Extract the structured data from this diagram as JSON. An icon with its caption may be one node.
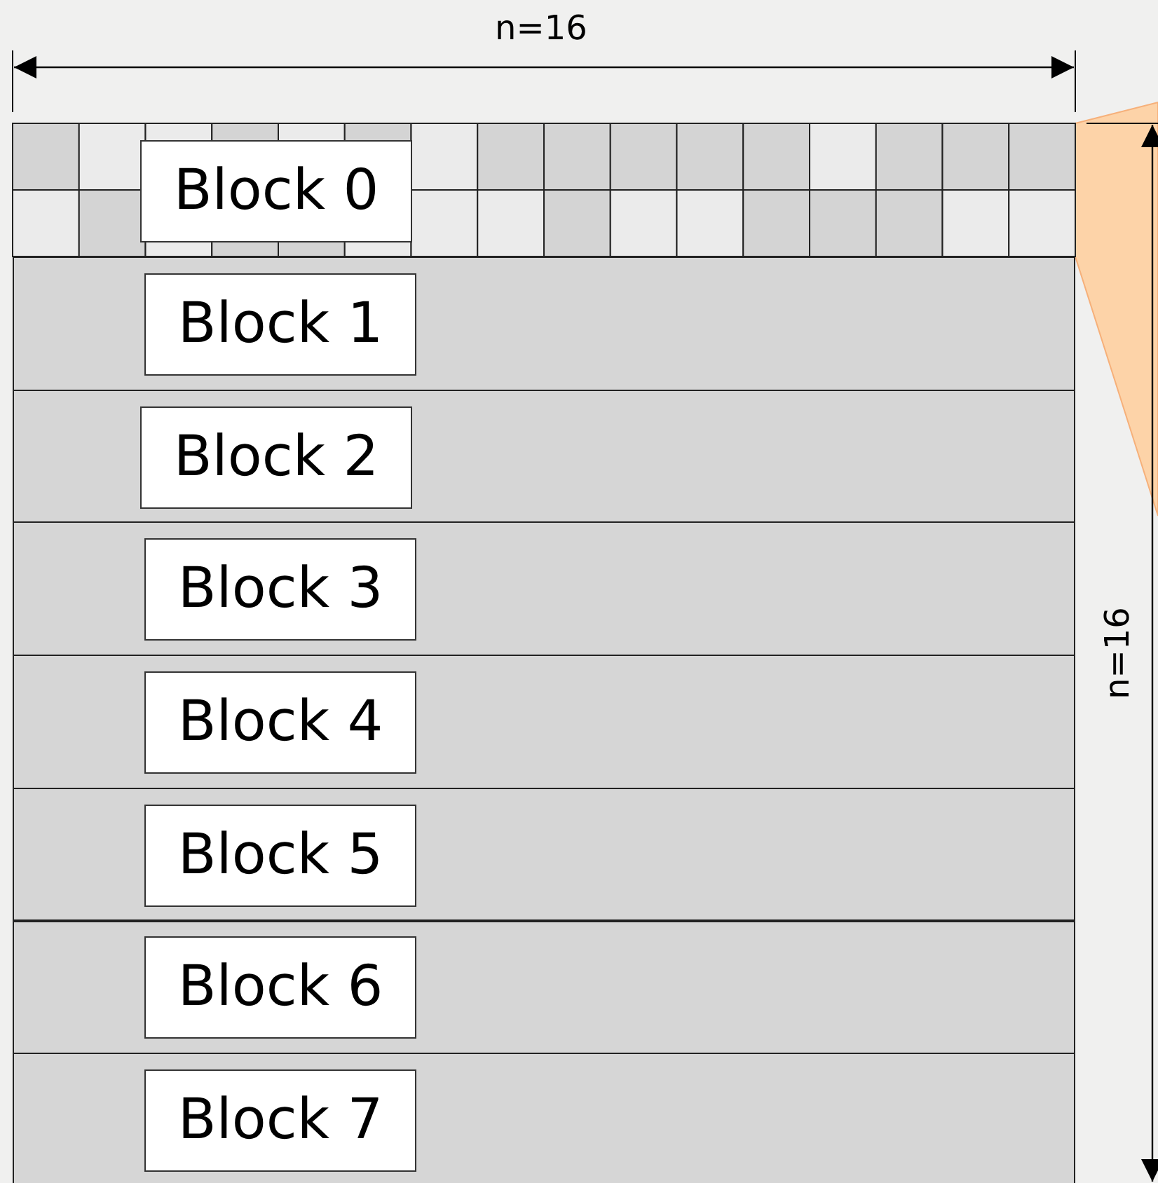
{
  "diagram": {
    "nodes": [
      {
        "text": [
          "Block 0"
        ]
      },
      {
        "text": [
          "Block 1"
        ]
      },
      {
        "text": [
          "Block 2"
        ]
      },
      {
        "text": [
          "Block 3"
        ]
      },
      {
        "text": [
          "Block 4"
        ]
      },
      {
        "text": [
          "Block 5"
        ]
      },
      {
        "text": [
          "Block 6"
        ]
      },
      {
        "text": [
          "Block 7"
        ]
      },
      {
        "text": [],
        "shape": "wedge"
      }
    ],
    "edges": [],
    "labels": [
      "n=16",
      "n=16"
    ]
  }
}
